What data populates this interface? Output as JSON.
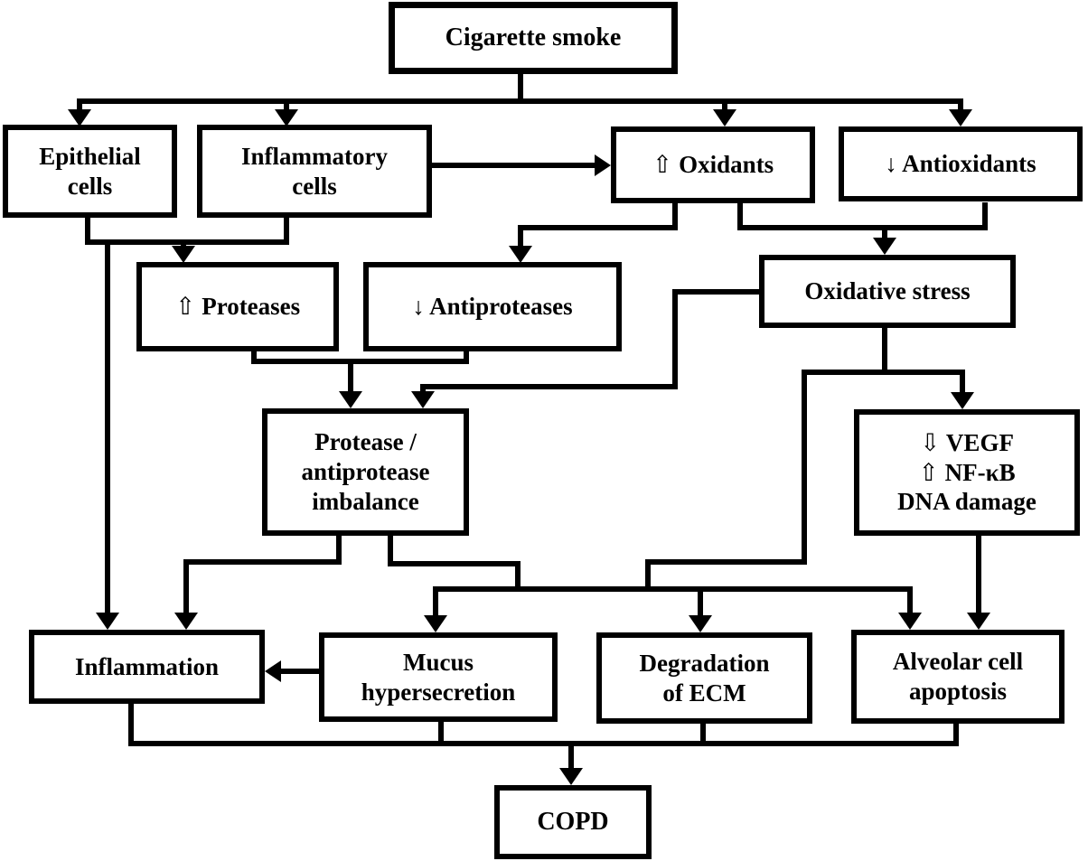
{
  "diagram": {
    "title": "Pathogenesis of COPD flowchart",
    "colors": {
      "line": "#000000",
      "box_fill": "#ffffff",
      "background": "#ffffff",
      "text": "#000000"
    },
    "nodes": {
      "cigarette_smoke": {
        "label": "Cigarette smoke"
      },
      "epithelial_cells": {
        "label": "Epithelial\ncells"
      },
      "inflammatory_cells": {
        "label": "Inflammatory\ncells"
      },
      "oxidants": {
        "label": "⇧ Oxidants"
      },
      "antioxidants": {
        "label": "↓ Antioxidants"
      },
      "proteases": {
        "label": "⇧ Proteases"
      },
      "antiproteases": {
        "label": "↓ Antiproteases"
      },
      "oxidative_stress": {
        "label": "Oxidative stress"
      },
      "protease_antiprotease_imbalance": {
        "label": "Protease /\nantiprotease\nimbalance"
      },
      "vegf_nfkb_dna_damage": {
        "label": "⇩ VEGF\n⇧ NF-κB\nDNA damage"
      },
      "inflammation": {
        "label": "Inflammation"
      },
      "mucus_hypersecretion": {
        "label": "Mucus\nhypersecretion"
      },
      "degradation_of_ecm": {
        "label": "Degradation\nof ECM"
      },
      "alveolar_cell_apoptosis": {
        "label": "Alveolar cell\napoptosis"
      },
      "copd": {
        "label": "COPD"
      }
    },
    "edges": [
      {
        "from": [
          "cigarette_smoke"
        ],
        "to": [
          "epithelial_cells",
          "inflammatory_cells",
          "oxidants",
          "antioxidants"
        ]
      },
      {
        "from": [
          "inflammatory_cells"
        ],
        "to": [
          "oxidants"
        ]
      },
      {
        "from": [
          "epithelial_cells",
          "inflammatory_cells"
        ],
        "to": [
          "proteases",
          "inflammation"
        ]
      },
      {
        "from": [
          "oxidants"
        ],
        "to": [
          "antiproteases"
        ]
      },
      {
        "from": [
          "oxidants",
          "antioxidants"
        ],
        "to": [
          "oxidative_stress"
        ]
      },
      {
        "from": [
          "proteases",
          "antiproteases"
        ],
        "to": [
          "protease_antiprotease_imbalance"
        ]
      },
      {
        "from": [
          "oxidative_stress"
        ],
        "to": [
          "protease_antiprotease_imbalance",
          "vegf_nfkb_dna_damage"
        ]
      },
      {
        "from": [
          "oxidative_stress",
          "protease_antiprotease_imbalance"
        ],
        "to": [
          "mucus_hypersecretion",
          "degradation_of_ecm",
          "alveolar_cell_apoptosis"
        ]
      },
      {
        "from": [
          "protease_antiprotease_imbalance"
        ],
        "to": [
          "inflammation"
        ]
      },
      {
        "from": [
          "vegf_nfkb_dna_damage"
        ],
        "to": [
          "alveolar_cell_apoptosis"
        ]
      },
      {
        "from": [
          "mucus_hypersecretion"
        ],
        "to": [
          "inflammation"
        ]
      },
      {
        "from": [
          "inflammation",
          "mucus_hypersecretion",
          "degradation_of_ecm",
          "alveolar_cell_apoptosis"
        ],
        "to": [
          "copd"
        ]
      }
    ]
  }
}
